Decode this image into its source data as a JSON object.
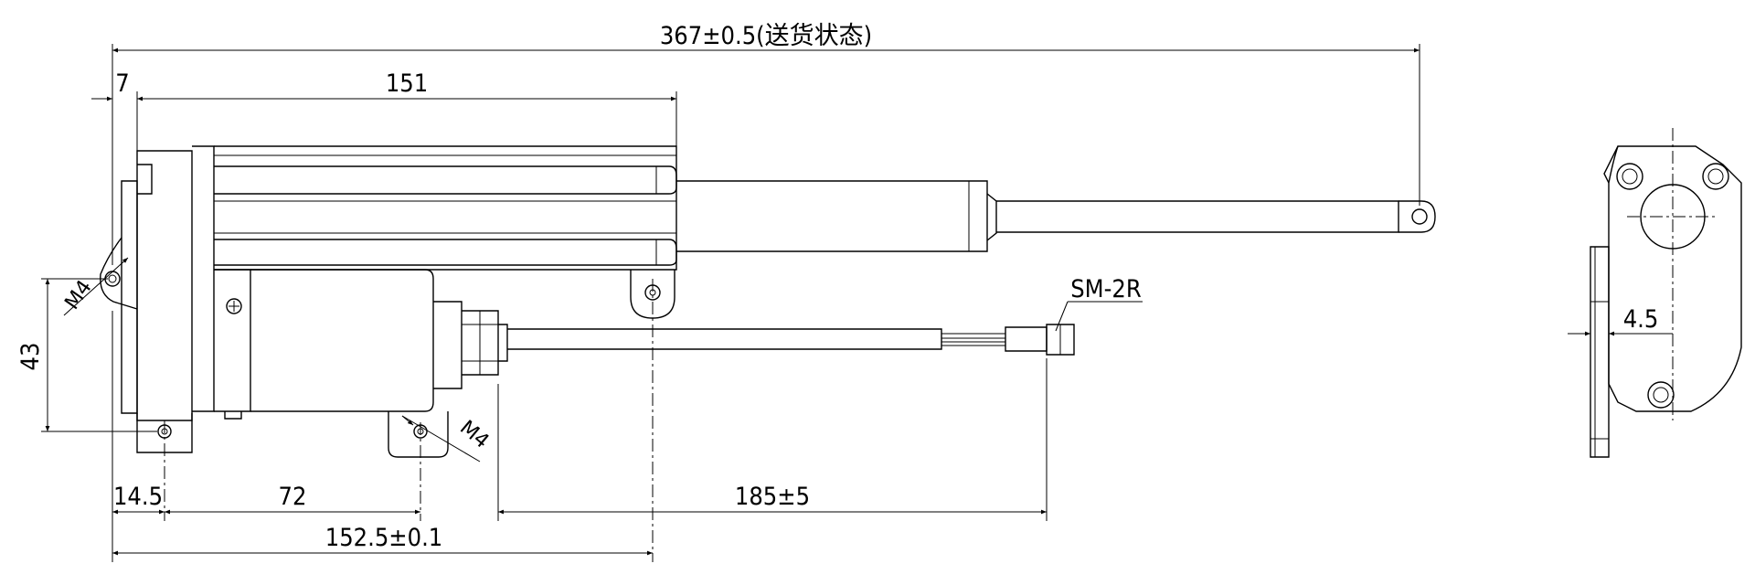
{
  "dimensions": {
    "overall_length": "367±0.5(送货状态)",
    "flange_offset": "7",
    "body_length": "151",
    "height": "43",
    "mount_offset": "14.5",
    "mount_spacing": "72",
    "mount_to_rod": "152.5±0.1",
    "cable_length": "185±5",
    "side_offset": "4.5"
  },
  "labels": {
    "thread_left": "M4",
    "thread_right": "M4",
    "connector": "SM-2R"
  }
}
